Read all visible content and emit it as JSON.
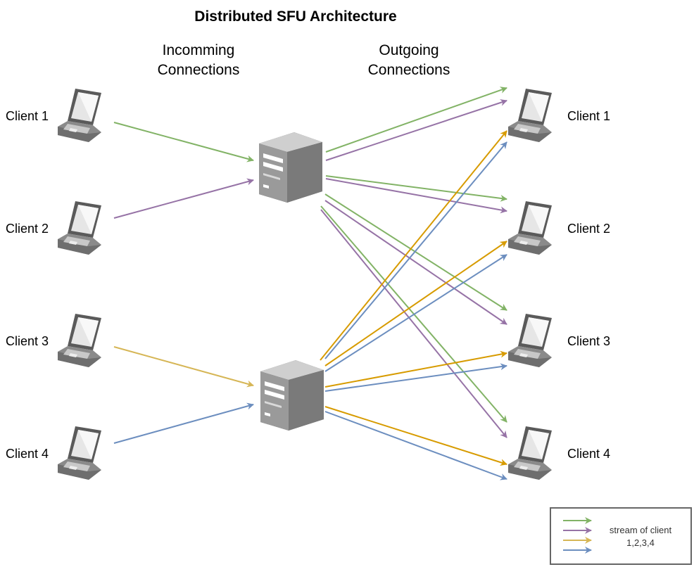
{
  "title": "Distributed SFU Architecture",
  "headings": {
    "incoming": [
      "Incomming",
      "Connections"
    ],
    "outgoing": [
      "Outgoing",
      "Connections"
    ]
  },
  "clients_left": [
    "Client 1",
    "Client 2",
    "Client 3",
    "Client 4"
  ],
  "clients_right": [
    "Client 1",
    "Client 2",
    "Client 3",
    "Client 4"
  ],
  "icons": {
    "client": "laptop-icon",
    "server": "server-icon"
  },
  "colors": {
    "client1": "#82b366",
    "client2": "#9673a6",
    "client3": "#d79b00",
    "client3_incoming": "#d6b656",
    "client4": "#6c8ebf"
  },
  "legend": {
    "lines": [
      "stream of client",
      "1,2,3,4"
    ]
  }
}
